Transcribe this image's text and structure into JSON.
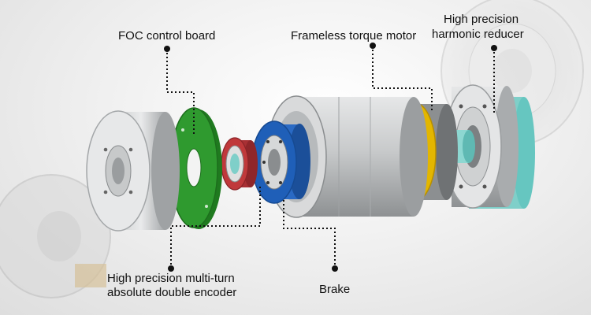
{
  "labels": {
    "foc_board": "FOC control board",
    "torque_motor": "Frameless torque motor",
    "reducer_line1": "High precision",
    "reducer_line2": "harmonic reducer",
    "encoder_line1": "High precision multi-turn",
    "encoder_line2": "absolute double encoder",
    "brake": "Brake"
  },
  "colors": {
    "board_green": "#2f9a2f",
    "brake_blue": "#1f5fb8",
    "motor_yellow": "#e3b600",
    "encoder_red": "#c0393b",
    "aluminum": "#bfc2c4",
    "teal_shaft": "#66c6c0"
  }
}
